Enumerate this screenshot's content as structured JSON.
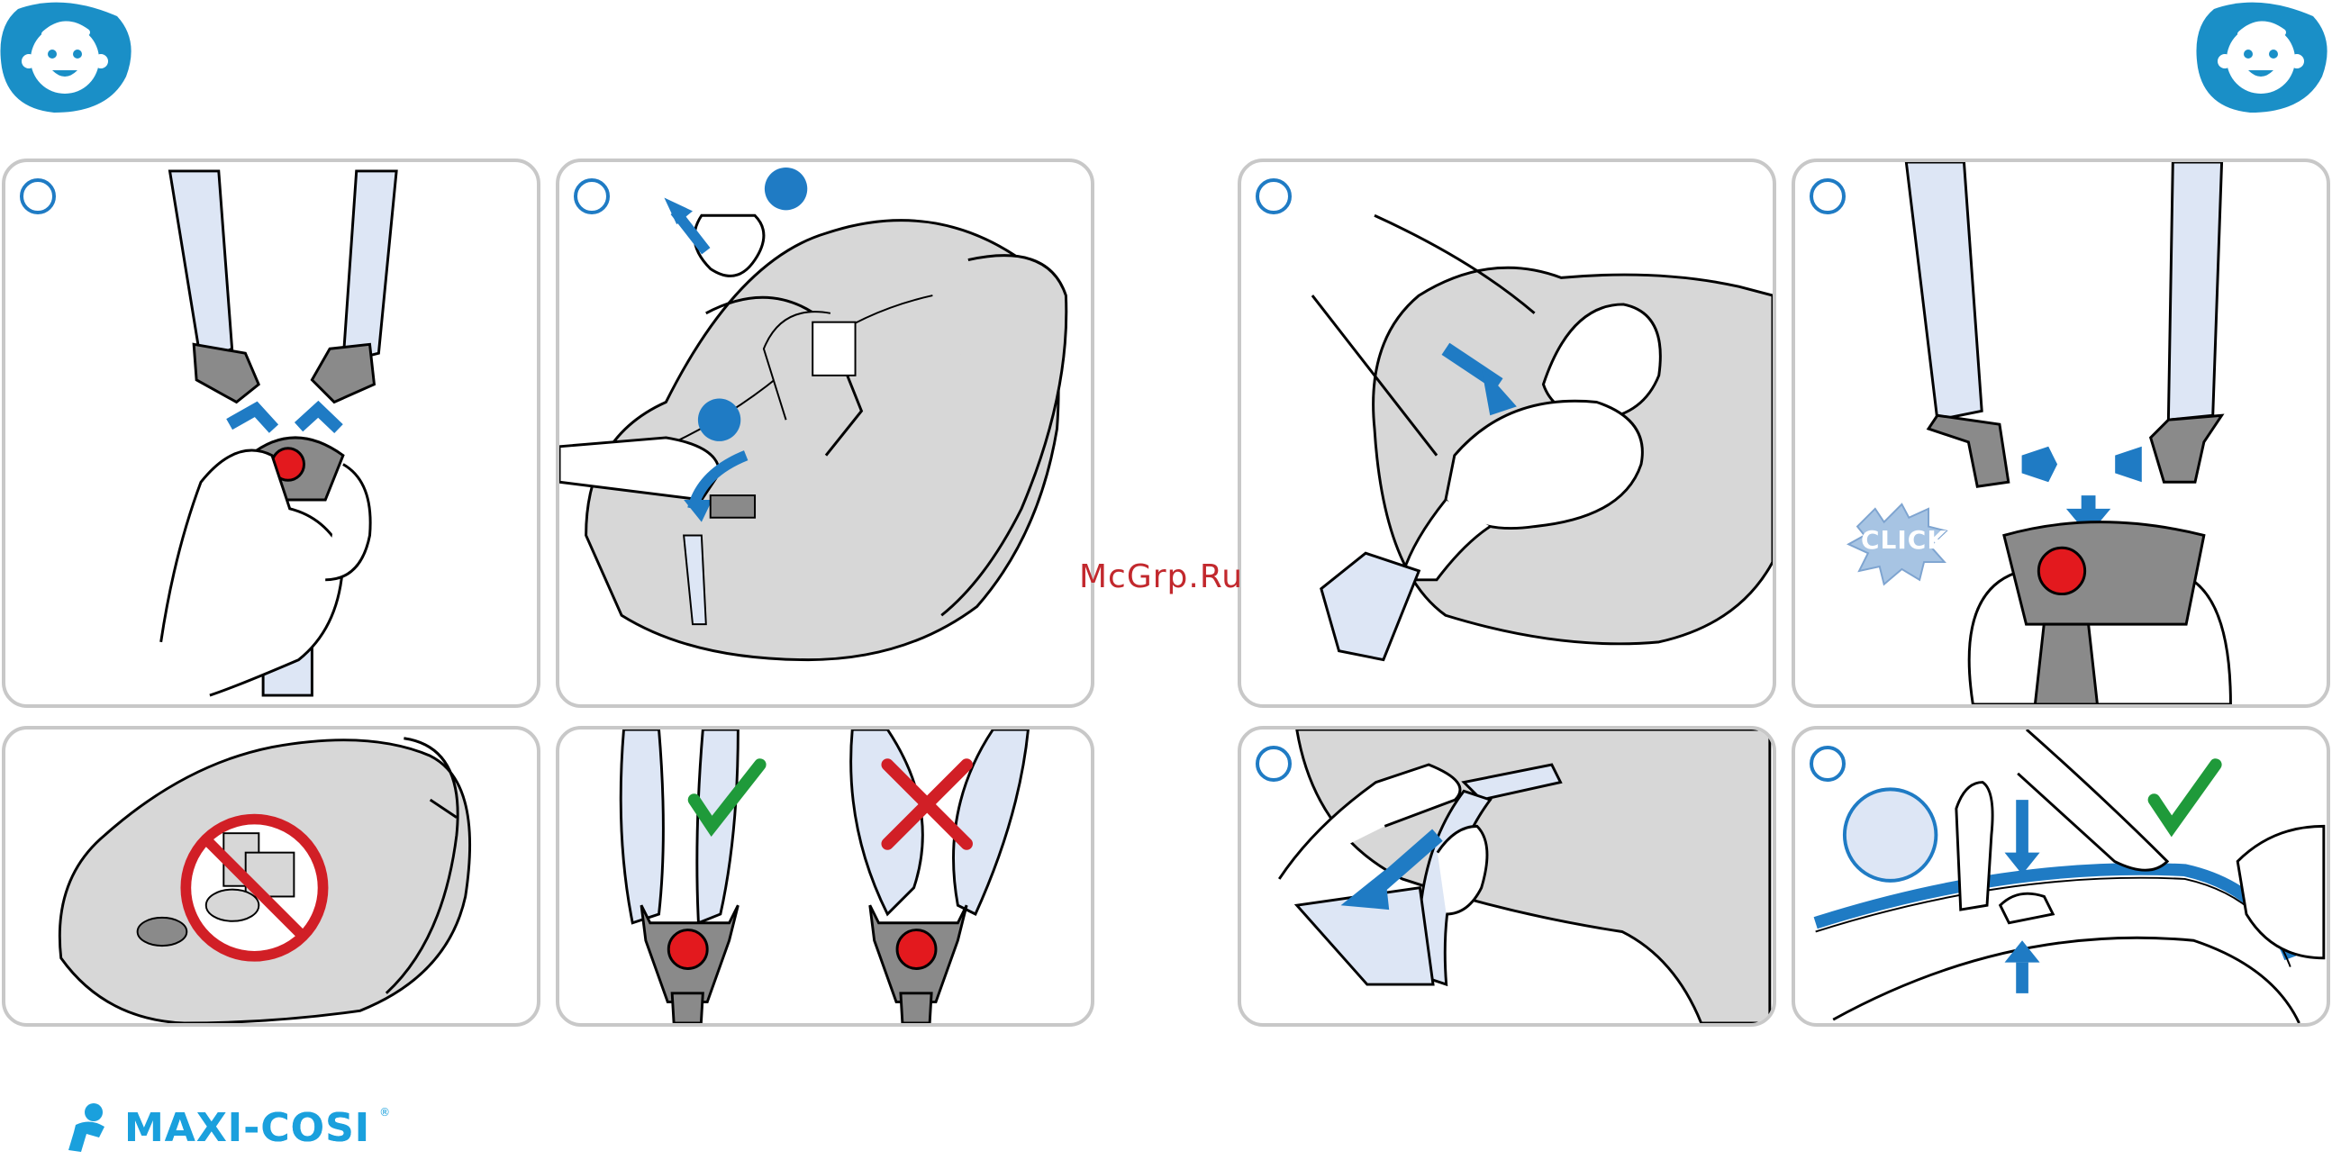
{
  "watermark": "McGrp.Ru",
  "brand": {
    "name": "MAXI-COSI",
    "reg": "®"
  },
  "panels": {
    "click_label": "CLICK"
  },
  "colors": {
    "accent_blue": "#1f7bc4",
    "badge_blue": "#1a8fc7",
    "strap_light": "#dde6f5",
    "seat_gray": "#d7d7d7",
    "buckle_red": "#e3191e",
    "check_green": "#1f9a3a",
    "cross_red": "#d11f26"
  },
  "icons": [
    "baby-face-icon",
    "baby-face-icon",
    "check-icon",
    "cross-icon",
    "no-toys-icon",
    "click-burst-icon",
    "maxi-cosi-logo-icon"
  ]
}
